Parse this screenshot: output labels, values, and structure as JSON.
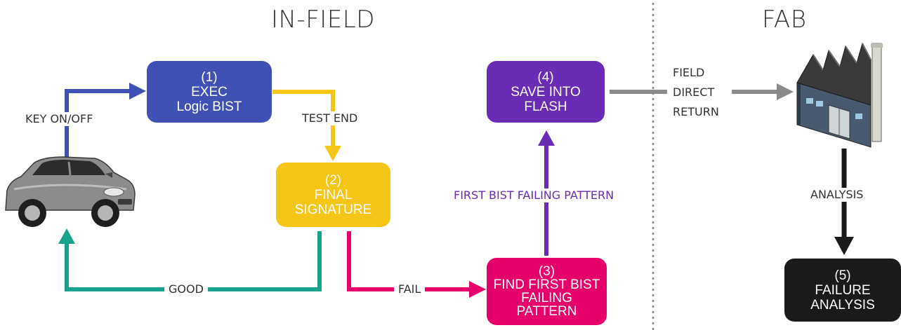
{
  "sections": {
    "in_field": "IN-FIELD",
    "fab": "FAB"
  },
  "boxes": {
    "exec": {
      "step": "(1)",
      "line1": "EXEC",
      "line2": "Logic BIST",
      "color": "#3f51b5"
    },
    "signature": {
      "step": "(2)",
      "line1": "FINAL",
      "line2": "SIGNATURE",
      "color": "#f5c518"
    },
    "find": {
      "step": "(3)",
      "line1": "FIND FIRST BIST",
      "line2": "FAILING",
      "line3": "PATTERN",
      "color": "#e5006a"
    },
    "save": {
      "step": "(4)",
      "line1": "SAVE INTO",
      "line2": "FLASH",
      "color": "#6a2bb5"
    },
    "failure": {
      "step": "(5)",
      "line1": "FAILURE",
      "line2": "ANALYSIS",
      "color": "#1a1a1a"
    }
  },
  "labels": {
    "key_on_off": "KEY ON/OFF",
    "test_end": "TEST END",
    "good": "GOOD",
    "fail": "FAIL",
    "first_bist": "FIRST BIST FAILING PATTERN",
    "field_direct_return_1": "FIELD",
    "field_direct_return_2": "DIRECT",
    "field_direct_return_3": "RETURN",
    "analysis": "ANALYSIS"
  },
  "colors": {
    "blue": "#3f51b5",
    "yellow": "#f5c518",
    "green": "#1aa38c",
    "magenta": "#e5006a",
    "purple": "#6a2bb5",
    "gray": "#8a8a8a",
    "black": "#1a1a1a"
  },
  "icons": {
    "car": "car-icon",
    "factory": "factory-icon"
  }
}
